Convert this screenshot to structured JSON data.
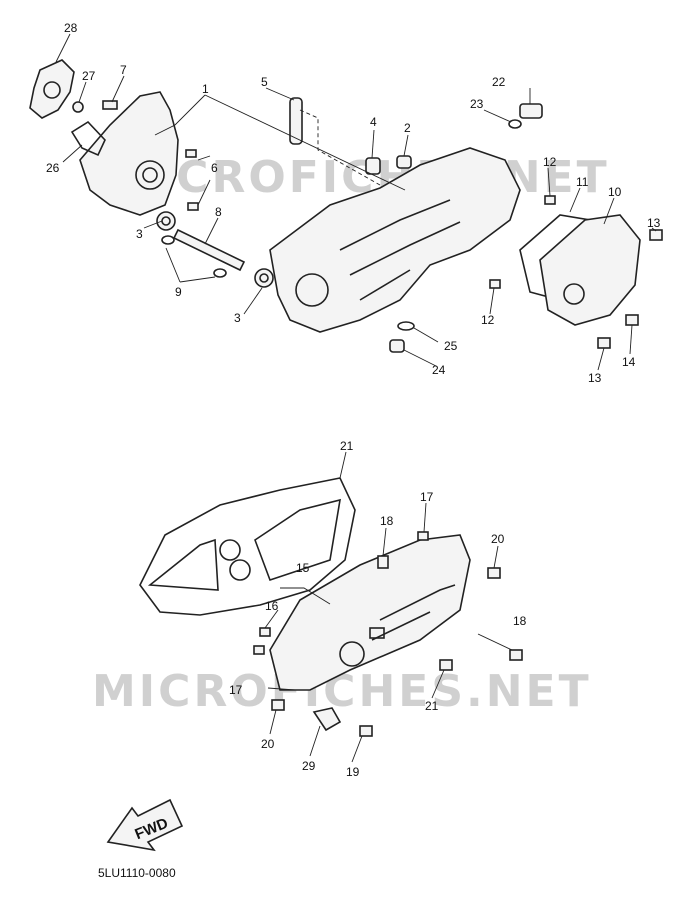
{
  "diagram_code": "5LU1110-0080",
  "fwd_label": "FWD",
  "watermark": "MICROFICHES.NET",
  "callouts": {
    "c1": "1",
    "c2": "2",
    "c3a": "3",
    "c3b": "3",
    "c4": "4",
    "c5": "5",
    "c6": "6",
    "c7": "7",
    "c8": "8",
    "c9": "9",
    "c10": "10",
    "c11": "11",
    "c12a": "12",
    "c12b": "12",
    "c13a": "13",
    "c13b": "13",
    "c14": "14",
    "c15": "15",
    "c16": "16",
    "c17a": "17",
    "c17b": "17",
    "c18a": "18",
    "c18b": "18",
    "c19": "19",
    "c20a": "20",
    "c20b": "20",
    "c21a": "21",
    "c21b": "21",
    "c22": "22",
    "c23": "23",
    "c24": "24",
    "c25": "25",
    "c26": "26",
    "c27": "27",
    "c28": "28",
    "c29": "29"
  }
}
